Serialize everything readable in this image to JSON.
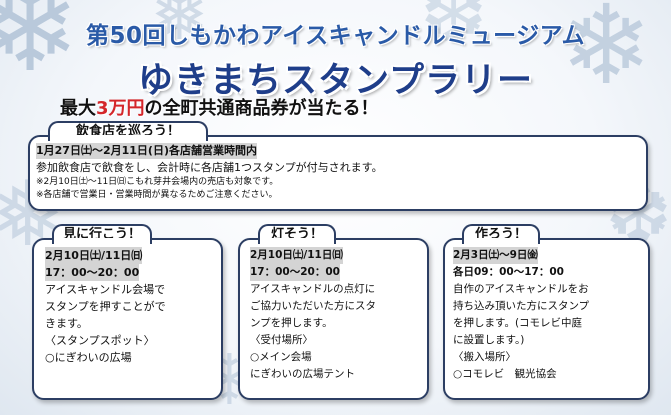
{
  "header": {
    "subtitle": "第50回しもかわアイスキャンドルミュージアム",
    "title": "ゆきまちスタンプラリー",
    "prize_prefix": "最大",
    "prize_amount": "3万円",
    "prize_suffix": "の全町共通商品券が当たる！"
  },
  "restaurants": {
    "tab": "飲食店を巡ろう！",
    "date_line": "1月27日㈯～2月11日(日)各店舗営業時間内",
    "body": "参加飲食店で飲食をし、会計時に各店舗1つスタンプが付与されます。",
    "note1": "※2月10日㈯～11日㈰こもれ芽井会場内の売店も対象です。",
    "note2": "※各店舗で営業日・営業時間が異なるためご注意ください。"
  },
  "see": {
    "tab": "見に行こう！",
    "date": "2月10日㈯/11日㈰",
    "time": "17：00～20：00",
    "lines": [
      "アイスキャンドル会場で",
      "スタンプを押すことがで",
      "きます。",
      "〈スタンプスポット〉",
      "○にぎわいの広場"
    ]
  },
  "light": {
    "tab": "灯そう！",
    "date": "2月10日㈯/11日㈰",
    "time": "17：00～20：00",
    "lines": [
      "アイスキャンドルの点灯に",
      "ご協力いただいた方にスタ",
      "ンプを押します。",
      "〈受付場所〉",
      "○メイン会場",
      "にぎわいの広場テント"
    ]
  },
  "make": {
    "tab": "作ろう！",
    "date": "2月3日㈯～9日㈮",
    "time": "各日09：00～17：00",
    "lines": [
      "自作のアイスキャンドルをお",
      "持ち込み頂いた方にスタンプ",
      "を押します。(コモレビ中庭",
      "に設置します。)",
      "〈搬入場所〉",
      "○コモレビ　観光協会"
    ]
  },
  "colors": {
    "title": "#1f3e8a",
    "subtitle": "#2a5aa7",
    "prize_red": "#d4262a",
    "border": "#2c3e63"
  },
  "icons": [
    "snowflake-icon"
  ]
}
